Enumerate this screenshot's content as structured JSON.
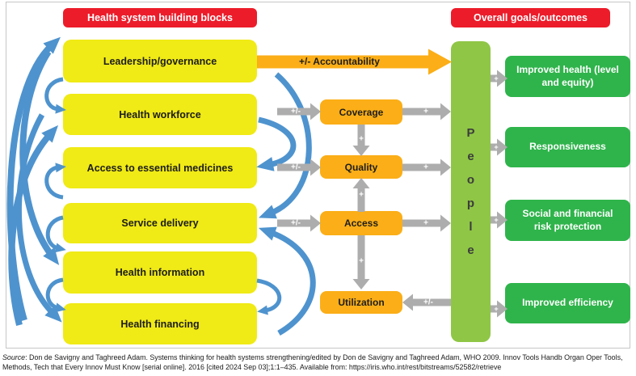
{
  "headers": {
    "building_blocks": "Health system building blocks",
    "goals": "Overall goals/outcomes"
  },
  "building_blocks": [
    "Leadership/governance",
    "Health workforce",
    "Access to essential medicines",
    "Service delivery",
    "Health information",
    "Health financing"
  ],
  "intermediate": [
    "Coverage",
    "Quality",
    "Access",
    "Utilization"
  ],
  "people": {
    "word": "People",
    "letters": [
      "P",
      "e",
      "o",
      "p",
      "l",
      "e"
    ]
  },
  "goals": [
    "Improved health (level and equity)",
    "Responsiveness",
    "Social and financial risk protection",
    "Improved efficiency"
  ],
  "labels": {
    "accountability": "+/- Accountability",
    "plus_minus": "+/-",
    "plus": "+"
  },
  "colors": {
    "red": "#ec1c2a",
    "yellow": "#f0ea16",
    "orange": "#fbae17",
    "green_people": "#8fc646",
    "green_goals": "#2fb44b",
    "blue": "#4e93ce",
    "gray": "#adadad"
  },
  "source": {
    "prefix": "Source",
    "line1_rest": ": Don de Savigny and Taghreed Adam. Systems thinking for health systems strengthening/edited by Don de Savigny and Taghreed Adam, WHO 2009. Innov Tools Handb Organ Oper Tools,",
    "line2": "Methods, Tech that Every Innov Must Know [serial online]. 2016 [cited 2024 Sep 03];1:1–435. Available from: https://iris.who.int/rest/bitstreams/52582/retrieve"
  }
}
